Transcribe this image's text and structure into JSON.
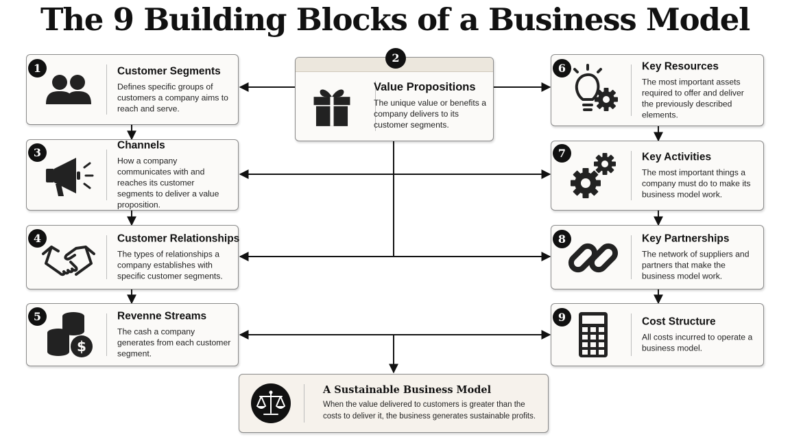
{
  "title": "The 9 Building Blocks of a Business Model",
  "blocks": {
    "customer_segments": {
      "number": "1",
      "title": "Customer Segments",
      "description": "Defines specific groups of customers a company aims to reach and serve.",
      "icon": "people-icon"
    },
    "value_propositions": {
      "number": "2",
      "title": "Value Propositions",
      "description": "The unique value or benefits a company delivers to its customer segments.",
      "icon": "gift-icon"
    },
    "channels": {
      "number": "3",
      "title": "Channels",
      "description": "How a company communicates with and reaches its customer segments to deliver a value proposition.",
      "icon": "megaphone-icon"
    },
    "customer_relationships": {
      "number": "4",
      "title": "Customer Relationships",
      "description": "The types of relationships a company establishes with specific customer segments.",
      "icon": "handshake-icon"
    },
    "revenue_streams": {
      "number": "5",
      "title": "Revenne Streams",
      "description": "The cash a company generates from each customer segment.",
      "icon": "coins-icon"
    },
    "key_resources": {
      "number": "6",
      "title": "Key Resources",
      "description": "The most important assets required to offer and deliver the previously described elements.",
      "icon": "lightbulb-gear-icon"
    },
    "key_activities": {
      "number": "7",
      "title": "Key Activities",
      "description": "The most important things a company must do to make its business model work.",
      "icon": "gears-icon"
    },
    "key_partnerships": {
      "number": "8",
      "title": "Key Partnerships",
      "description": "The network of suppliers and partners that make the business model work.",
      "icon": "chain-link-icon"
    },
    "cost_structure": {
      "number": "9",
      "title": "Cost Structure",
      "description": "All costs incurred to operate a business model.",
      "icon": "calculator-icon"
    }
  },
  "sustainable": {
    "title": "A Sustainable Business Model",
    "description": "When the value delivered to customers is greater than the costs to deliver it, the business generates sustainable profits.",
    "icon": "scales-icon"
  },
  "colors": {
    "ink": "#111111",
    "card_bg": "#fbfaf8",
    "header_bg": "#ece7dd",
    "border": "#8a8a8a"
  }
}
